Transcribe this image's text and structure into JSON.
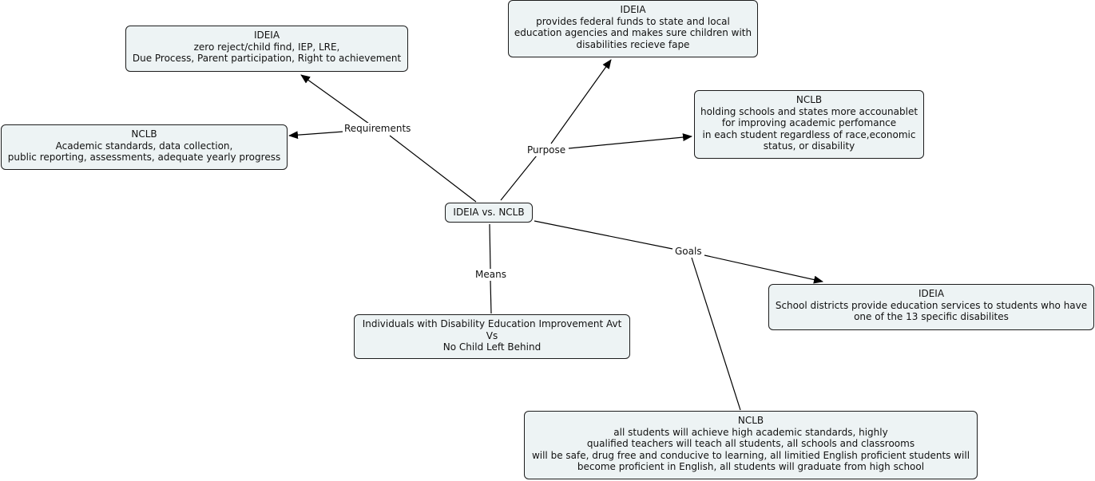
{
  "center": {
    "text": "IDEIA vs. NCLB"
  },
  "links": {
    "requirements": "Requirements",
    "purpose": "Purpose",
    "means": "Means",
    "goals": "Goals"
  },
  "nodes": {
    "requirements_ideia": [
      "IDEIA",
      "zero reject/child find, IEP, LRE,",
      "Due Process, Parent participation, Right to achievement"
    ],
    "requirements_nclb": [
      "NCLB",
      "Academic standards, data collection,",
      "public reporting, assessments, adequate yearly progress"
    ],
    "purpose_ideia": [
      "IDEIA",
      "provides federal funds to state and local",
      "education agencies and makes sure children with",
      "disabilities recieve fape"
    ],
    "purpose_nclb": [
      "NCLB",
      "holding schools and states more accounablet",
      "for improving academic perfomance",
      "in each student regardless of race,economic",
      "status, or disability"
    ],
    "means": [
      "Individuals with Disability Education Improvement Avt",
      "Vs",
      "No Child Left Behind"
    ],
    "goals_ideia": [
      "IDEIA",
      "School districts provide education services to students who have",
      "one of the 13 specific disabilites"
    ],
    "goals_nclb": [
      "NCLB",
      "all students will achieve high academic standards, highly",
      "qualified teachers will teach all students, all schools and classrooms",
      "will be safe, drug free and conducive to learning, all limitied English proficient students will",
      "become proficient in English, all students will graduate from high school"
    ]
  },
  "colors": {
    "node_fill": "#edf3f4",
    "node_border": "#1c1c1c",
    "line": "#000000"
  }
}
